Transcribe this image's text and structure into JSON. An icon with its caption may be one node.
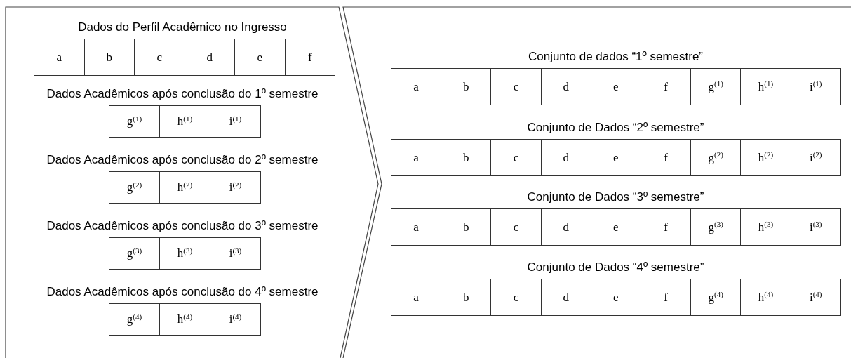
{
  "diagram": {
    "labels": [
      "Dados do Perfil Acadêmico no Ingresso",
      "a",
      "b",
      "c",
      "d",
      "e",
      "f",
      "Dados Acadêmicos após conclusão do 1º semestre",
      "g$^{(1)}$",
      "h$^{(1)}$",
      "i$^{(1)}$",
      "Dados Acadêmicos após conclusão do 2º semestre",
      "g$^{(2)}$",
      "h$^{(2)}$",
      "i$^{(2)}$",
      "Dados Acadêmicos após conclusão do 3º semestre",
      "g$^{(3)}$",
      "h$^{(3)}$",
      "i$^{(3)}$",
      "Dados Acadêmicos após conclusão do 4º semestre",
      "g$^{(4)}$",
      "h$^{(4)}$",
      "i$^{(4)}$",
      "Conjunto de dados “1º semestre”",
      "a",
      "b",
      "c",
      "d",
      "e",
      "f",
      "g$^{(1)}$",
      "h$^{(1)}$",
      "i$^{(1)}$",
      "Conjunto de Dados “2º semestre”",
      "a",
      "b",
      "c",
      "d",
      "e",
      "f",
      "g$^{(2)}$",
      "h$^{(2)}$",
      "i$^{(2)}$",
      "Conjunto de Dados “3º semestre”",
      "a",
      "b",
      "c",
      "d",
      "e",
      "f",
      "g$^{(3)}$",
      "h$^{(3)}$",
      "i$^{(3)}$",
      "Conjunto de Dados “4º semestre”",
      "a",
      "b",
      "c",
      "d",
      "e",
      "f",
      "g$^{(4)}$",
      "h$^{(4)}$",
      "i$^{(4)}$"
    ]
  }
}
